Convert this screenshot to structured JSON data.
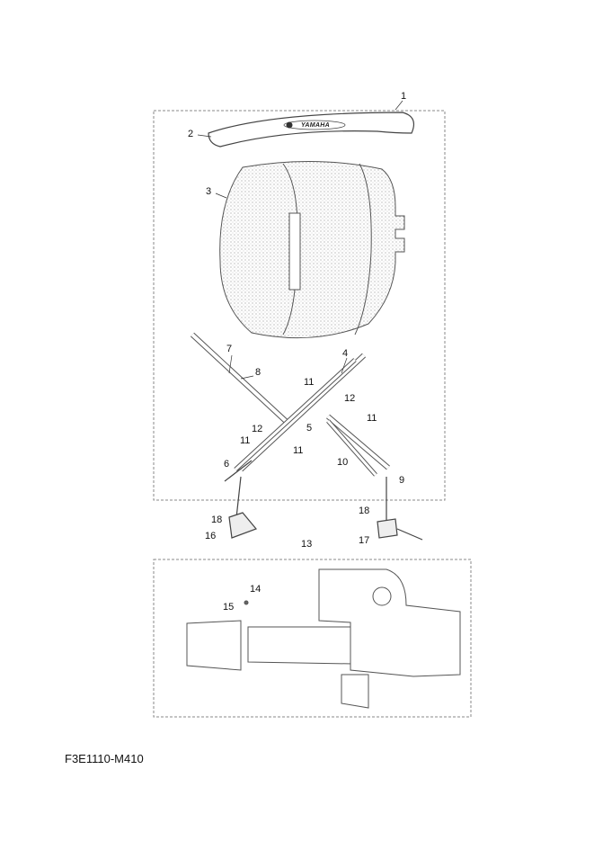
{
  "diagram_code": "F3E1110-M410",
  "brand_mark": "YAMAHA",
  "callouts": [
    "1",
    "2",
    "3",
    "4",
    "5",
    "6",
    "7",
    "8",
    "9",
    "10",
    "11",
    "11",
    "11",
    "11",
    "12",
    "12",
    "13",
    "14",
    "15",
    "16",
    "17",
    "18",
    "18"
  ]
}
